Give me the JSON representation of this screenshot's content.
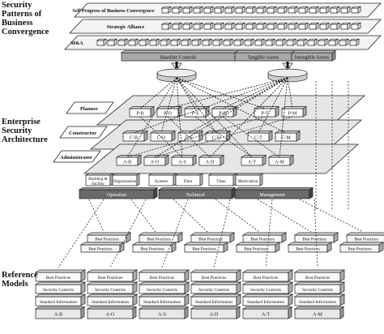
{
  "sections": {
    "security_patterns": "Security\nPatterns of\nBusiness\nConvergence",
    "enterprise_architecture": "Enterprise\nSecurity\nArchitecture",
    "reference_models": "Reference\nModels"
  },
  "pattern_layers": [
    "Self Progress of Business Convergence",
    "Strategic Alliance",
    "M&A"
  ],
  "bars": [
    "Baseline Controls",
    "Tangible Assets",
    "Intangible Assets"
  ],
  "layers": {
    "planner": {
      "label": "Planner",
      "cells": [
        "P-B",
        "P-O",
        "P-S",
        "P-D",
        "P-T",
        "P-M"
      ]
    },
    "constructor": {
      "label": "Constructor",
      "cells": [
        "C-B",
        "C-O",
        "C-S",
        "C-D",
        "C-T",
        "C-M"
      ]
    },
    "administrator": {
      "label": "Administrator",
      "cells": [
        "A-B",
        "A-O",
        "A-S",
        "A-D",
        "A-T",
        "A-M"
      ]
    }
  },
  "foundation": [
    "Building & Facility",
    "Organization",
    "System",
    "Data",
    "Time",
    "Motivation"
  ],
  "base_bars": [
    "Operation",
    "Technical",
    "Management"
  ],
  "reference": {
    "layers": [
      "Best Practices",
      "Security Controls",
      "Standard Information"
    ],
    "columns": [
      "A-B",
      "A-O",
      "A-S",
      "A-D",
      "A-T",
      "A-M"
    ]
  },
  "colors": {
    "bar": "#a8a8a8",
    "dark": "#6a6a6a",
    "line": "#111111",
    "plate": "#e6e6e6"
  }
}
